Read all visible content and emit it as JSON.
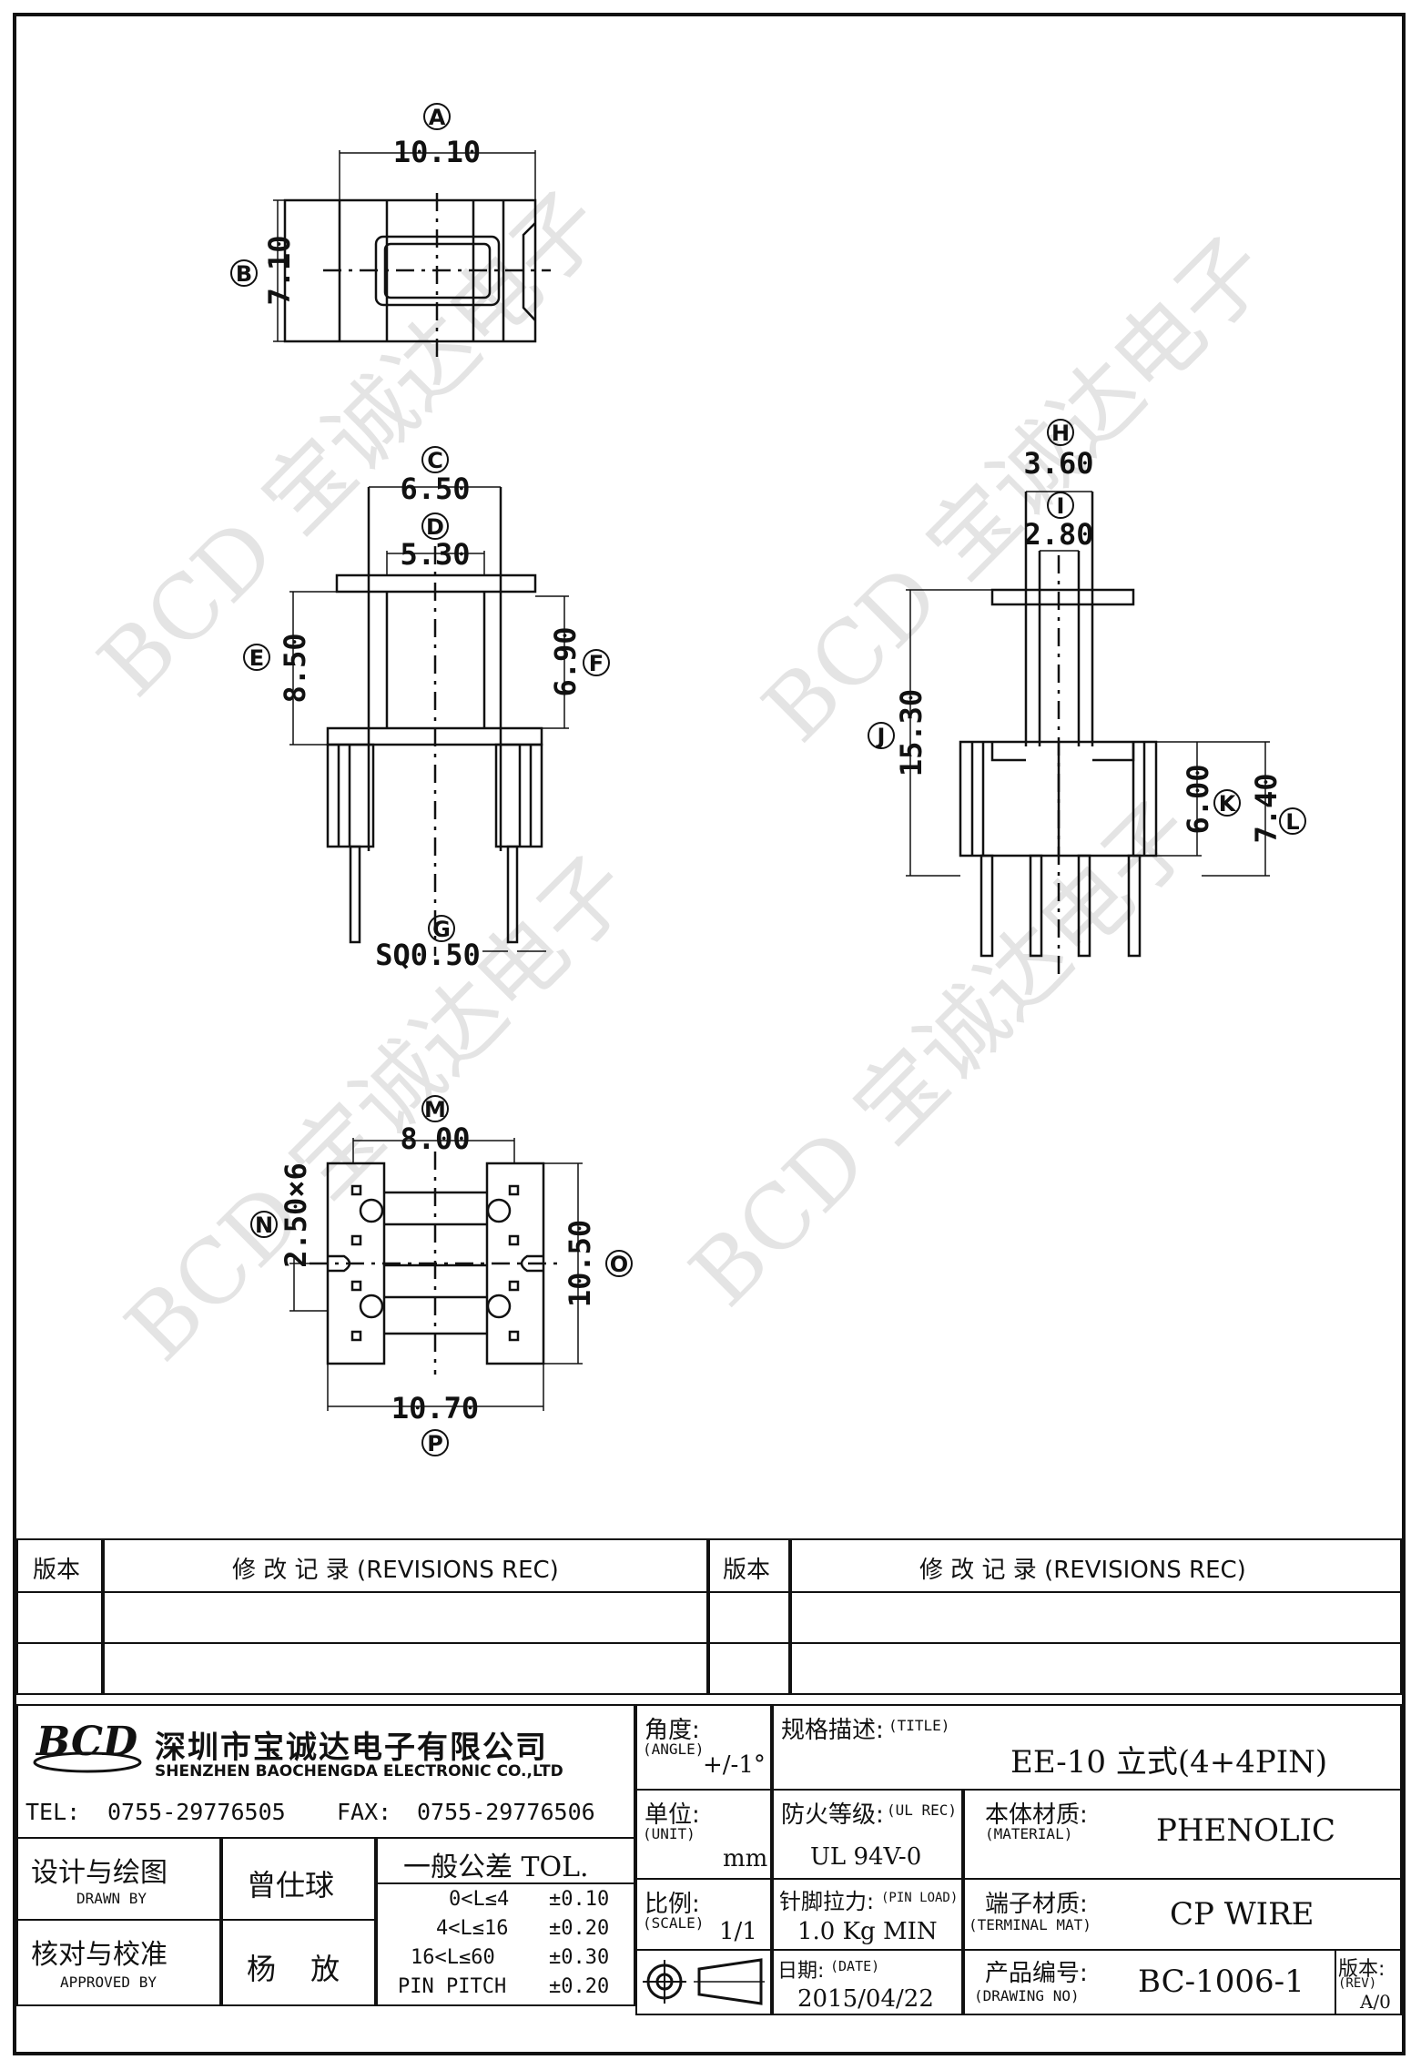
{
  "watermark": {
    "text": "BCD 宝诚达电子"
  },
  "views": {
    "top": {
      "A": {
        "letter": "A",
        "value": "10.10"
      },
      "B": {
        "letter": "B",
        "value": "7.10"
      }
    },
    "front": {
      "C": {
        "letter": "C",
        "value": "6.50"
      },
      "D": {
        "letter": "D",
        "value": "5.30"
      },
      "E": {
        "letter": "E",
        "value": "8.50"
      },
      "F": {
        "letter": "F",
        "value": "6.90"
      },
      "G": {
        "letter": "G",
        "value": "SQ0.50"
      }
    },
    "side": {
      "H": {
        "letter": "H",
        "value": "3.60"
      },
      "I": {
        "letter": "I",
        "value": "2.80"
      },
      "J": {
        "letter": "J",
        "value": "15.30"
      },
      "K": {
        "letter": "K",
        "value": "6.00"
      },
      "L": {
        "letter": "L",
        "value": "7.40"
      }
    },
    "bottom": {
      "M": {
        "letter": "M",
        "value": "8.00"
      },
      "N": {
        "letter": "N",
        "value": "2.50×6"
      },
      "O": {
        "letter": "O",
        "value": "10.50"
      },
      "P": {
        "letter": "P",
        "value": "10.70"
      }
    }
  },
  "revisions": {
    "version_header": "版本",
    "record_header": "修 改 记 录 (REVISIONS REC)"
  },
  "company": {
    "logo": "BCD",
    "name_cn": "深圳市宝诚达电子有限公司",
    "name_en": "SHENZHEN BAOCHENGDA ELECTRONIC CO.,LTD",
    "tel_label": "TEL:",
    "tel": "0755-29776505",
    "fax_label": "FAX:",
    "fax": "0755-29776506"
  },
  "angle": {
    "label_cn": "角度:",
    "label_en": "(ANGLE)",
    "value": "+/-1°"
  },
  "title": {
    "label_cn": "规格描述:",
    "label_en": "(TITLE)",
    "value": "EE-10 立式(4+4PIN)"
  },
  "unit": {
    "label_cn": "单位:",
    "label_en": "(UNIT)",
    "value": "mm"
  },
  "ul": {
    "label_cn": "防火等级:",
    "label_en": "(UL REC)",
    "value": "UL 94V-0"
  },
  "material": {
    "label_cn": "本体材质:",
    "label_en": "(MATERIAL)",
    "value": "PHENOLIC"
  },
  "designer": {
    "label_cn": "设计与绘图",
    "label_en": "DRAWN BY",
    "name": "曾仕球"
  },
  "approver": {
    "label_cn": "核对与校准",
    "label_en": "APPROVED BY",
    "name": "杨 放"
  },
  "tolerance": {
    "header": "一般公差 TOL.",
    "rows": [
      {
        "range": "0<L≤4",
        "value": "±0.10"
      },
      {
        "range": "4<L≤16",
        "value": "±0.20"
      },
      {
        "range": "16<L≤60",
        "value": "±0.30"
      },
      {
        "range": "PIN PITCH",
        "value": "±0.20"
      }
    ]
  },
  "scale": {
    "label_cn": "比例:",
    "label_en": "(SCALE)",
    "value": "1/1"
  },
  "pin_load": {
    "label_cn": "针脚拉力:",
    "label_en": "(PIN LOAD)",
    "value": "1.0 Kg MIN"
  },
  "terminal": {
    "label_cn": "端子材质:",
    "label_en": "(TERMINAL MAT)",
    "value": "CP WIRE"
  },
  "date": {
    "label_cn": "日期:",
    "label_en": "(DATE)",
    "value": "2015/04/22"
  },
  "drawing_no": {
    "label_cn": "产品编号:",
    "label_en": "(DRAWING NO)",
    "value": "BC-1006-1"
  },
  "rev": {
    "label_cn": "版本:",
    "label_en": "(REV)",
    "value": "A/0"
  }
}
